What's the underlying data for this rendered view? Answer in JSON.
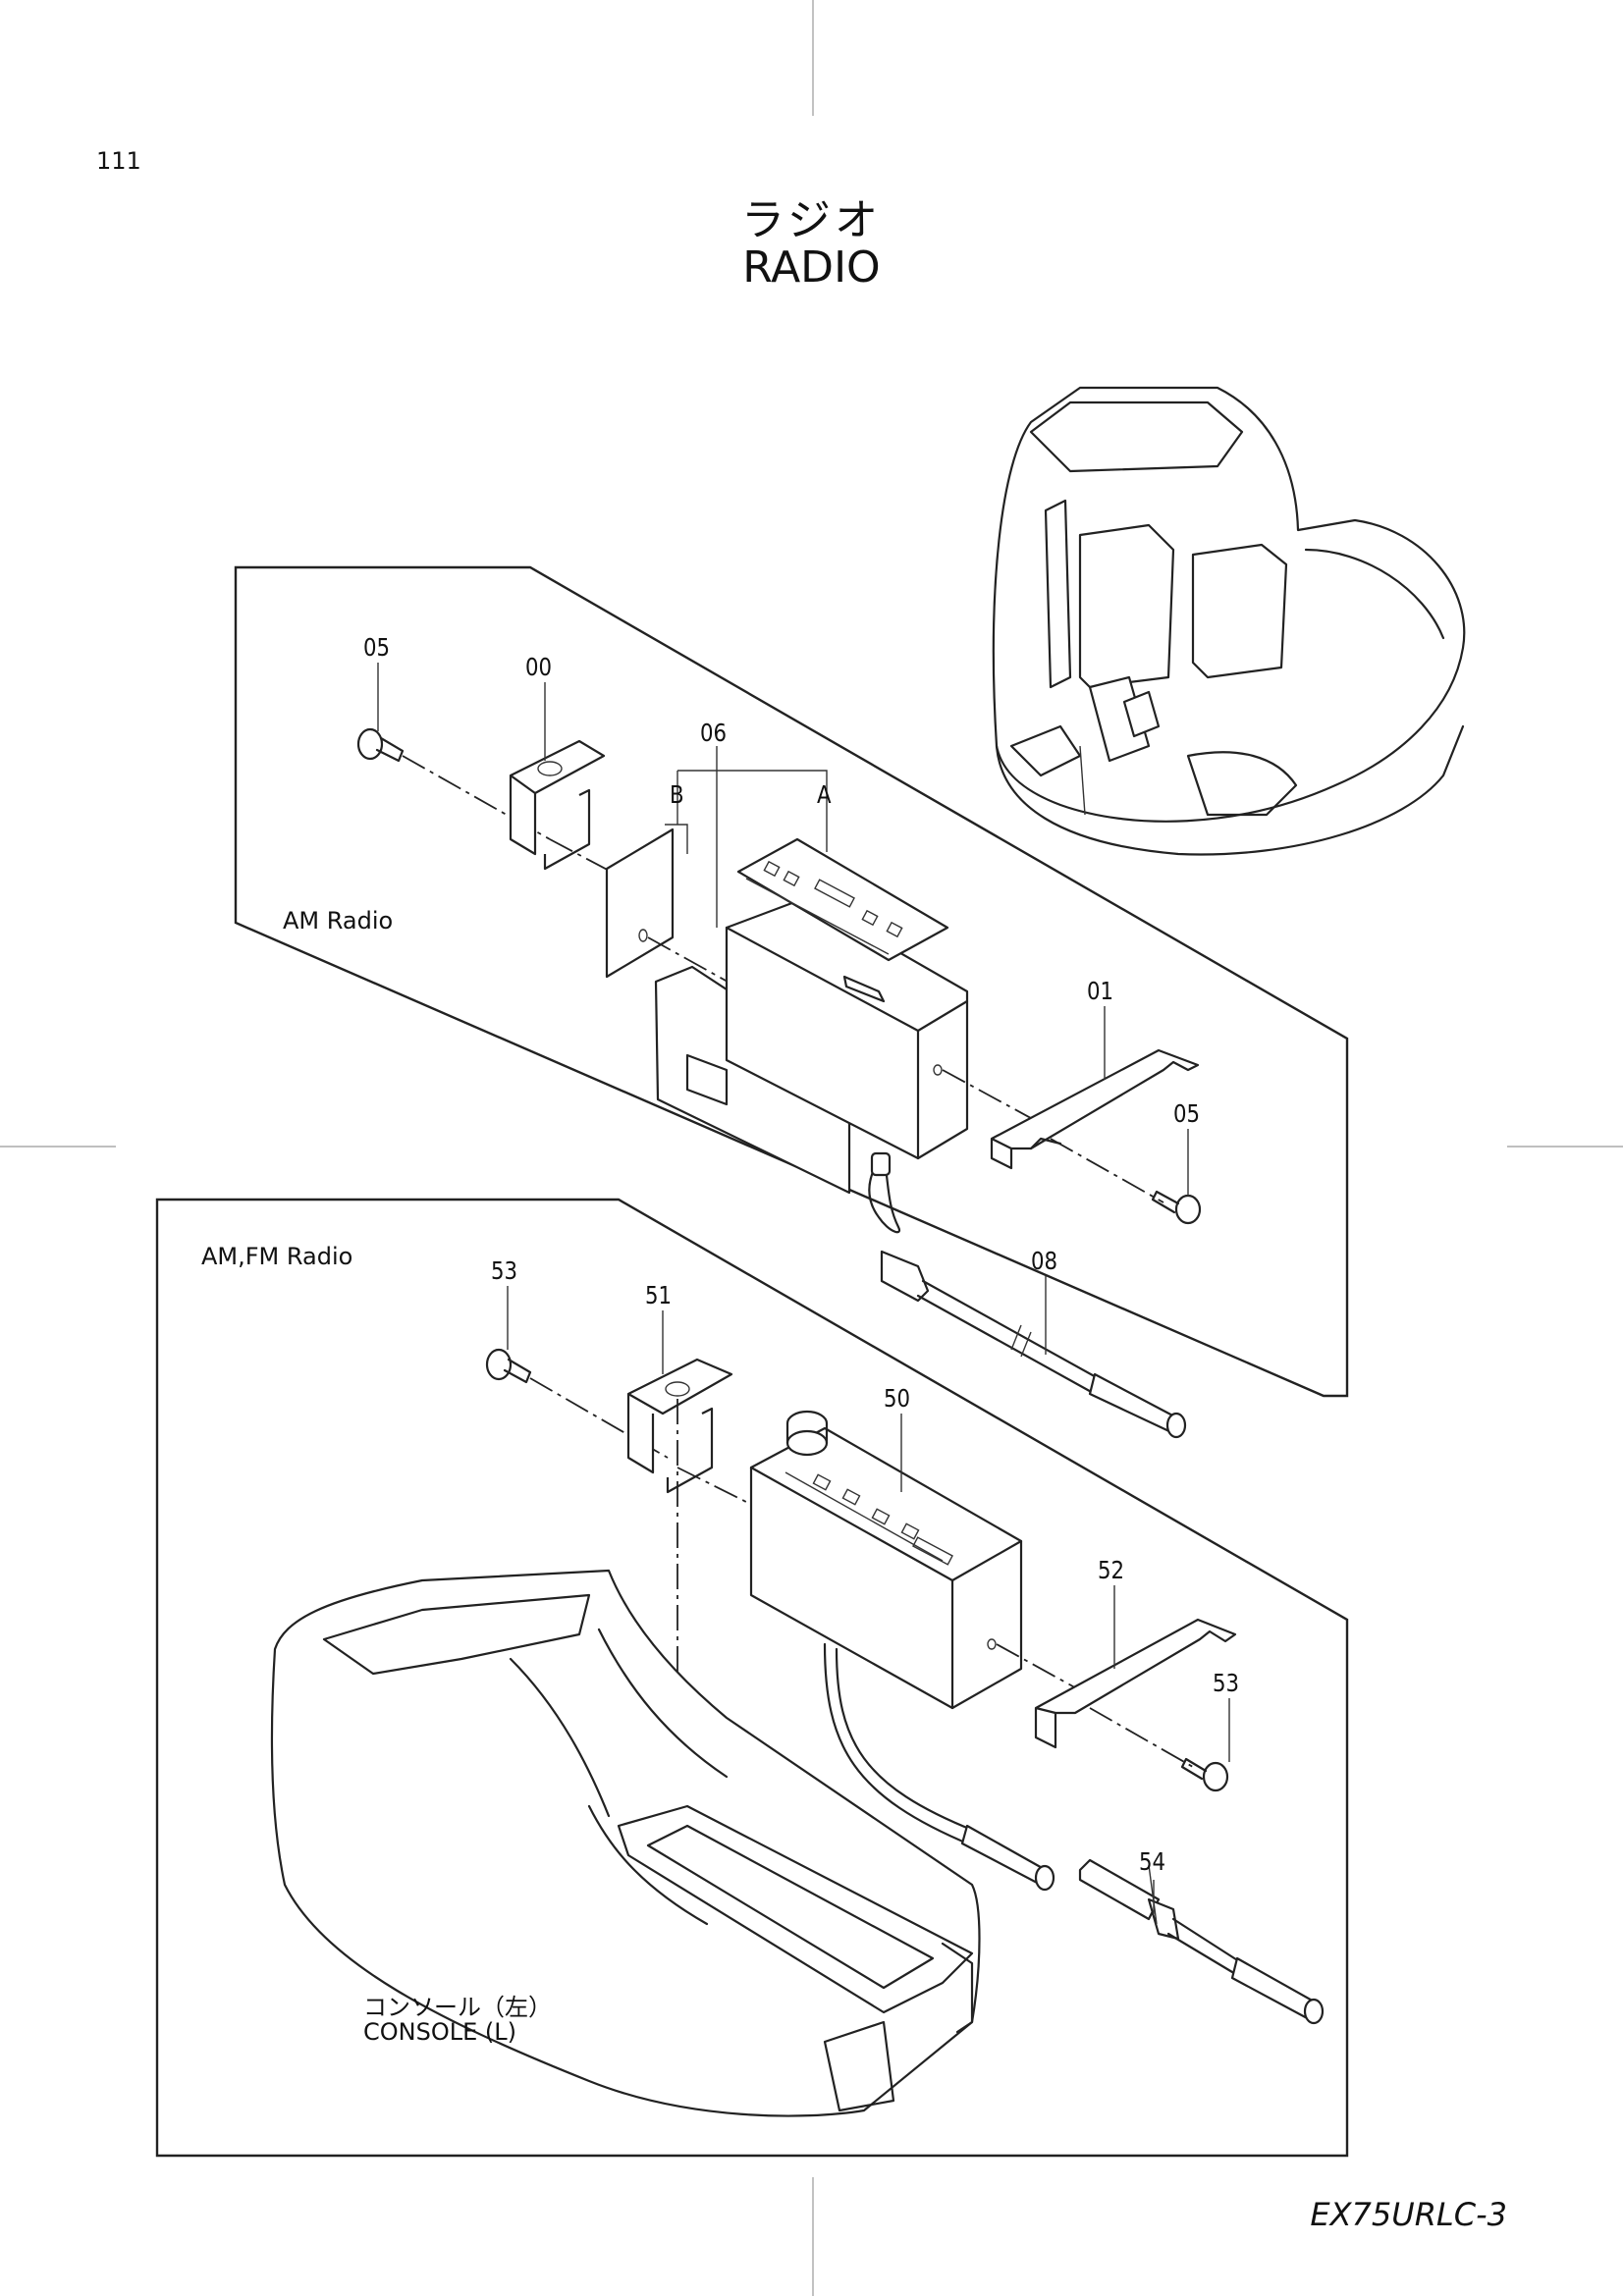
{
  "page": {
    "number": "111",
    "model": "EX75URLC-3"
  },
  "title": {
    "japanese": "ラジオ",
    "english": "RADIO"
  },
  "sections": {
    "am": {
      "label": "AM  Radio"
    },
    "amfm": {
      "label": "AM,FM  Radio"
    }
  },
  "console": {
    "label_jp": "コンソール（左）",
    "label_en": "CONSOLE  (L)"
  },
  "callouts": {
    "c00": "00",
    "c05a": "05",
    "c06": "06",
    "cA": "A",
    "cB": "B",
    "c01": "01",
    "c05b": "05",
    "c08": "08",
    "c53a": "53",
    "c51": "51",
    "c50": "50",
    "c52": "52",
    "c53b": "53",
    "c54": "54"
  }
}
